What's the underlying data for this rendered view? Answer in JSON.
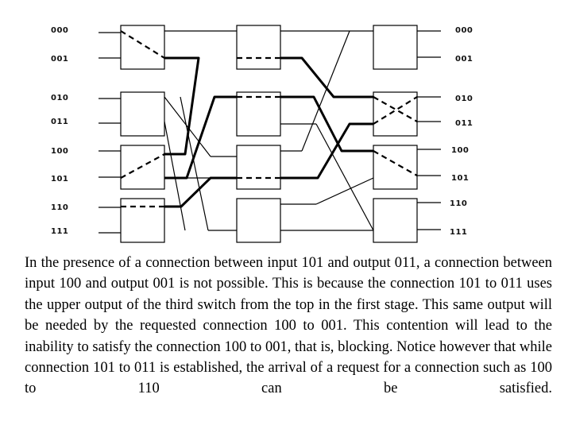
{
  "inputs": [
    "000",
    "001",
    "010",
    "011",
    "100",
    "101",
    "110",
    "111"
  ],
  "outputs": [
    "000",
    "001",
    "010",
    "011",
    "100",
    "101",
    "110",
    "111"
  ],
  "caption": "In the presence of a connection between input 101 and output 011, a connection between input 100 and output 001 is not possible. This is because the connection 101 to 011 uses the upper output of the third switch from the top in the first stage. This same output will be needed by the requested connection 100 to 001. This contention will lead to the inability to satisfy the connection 100 to 001, that is, blocking. Notice however that while connection 101 to 011 is established, the arrival of a request for a connection such as 100 to 110 can be satisfied.",
  "colors": {
    "line": "#000000",
    "box_fill": "#ffffff"
  }
}
